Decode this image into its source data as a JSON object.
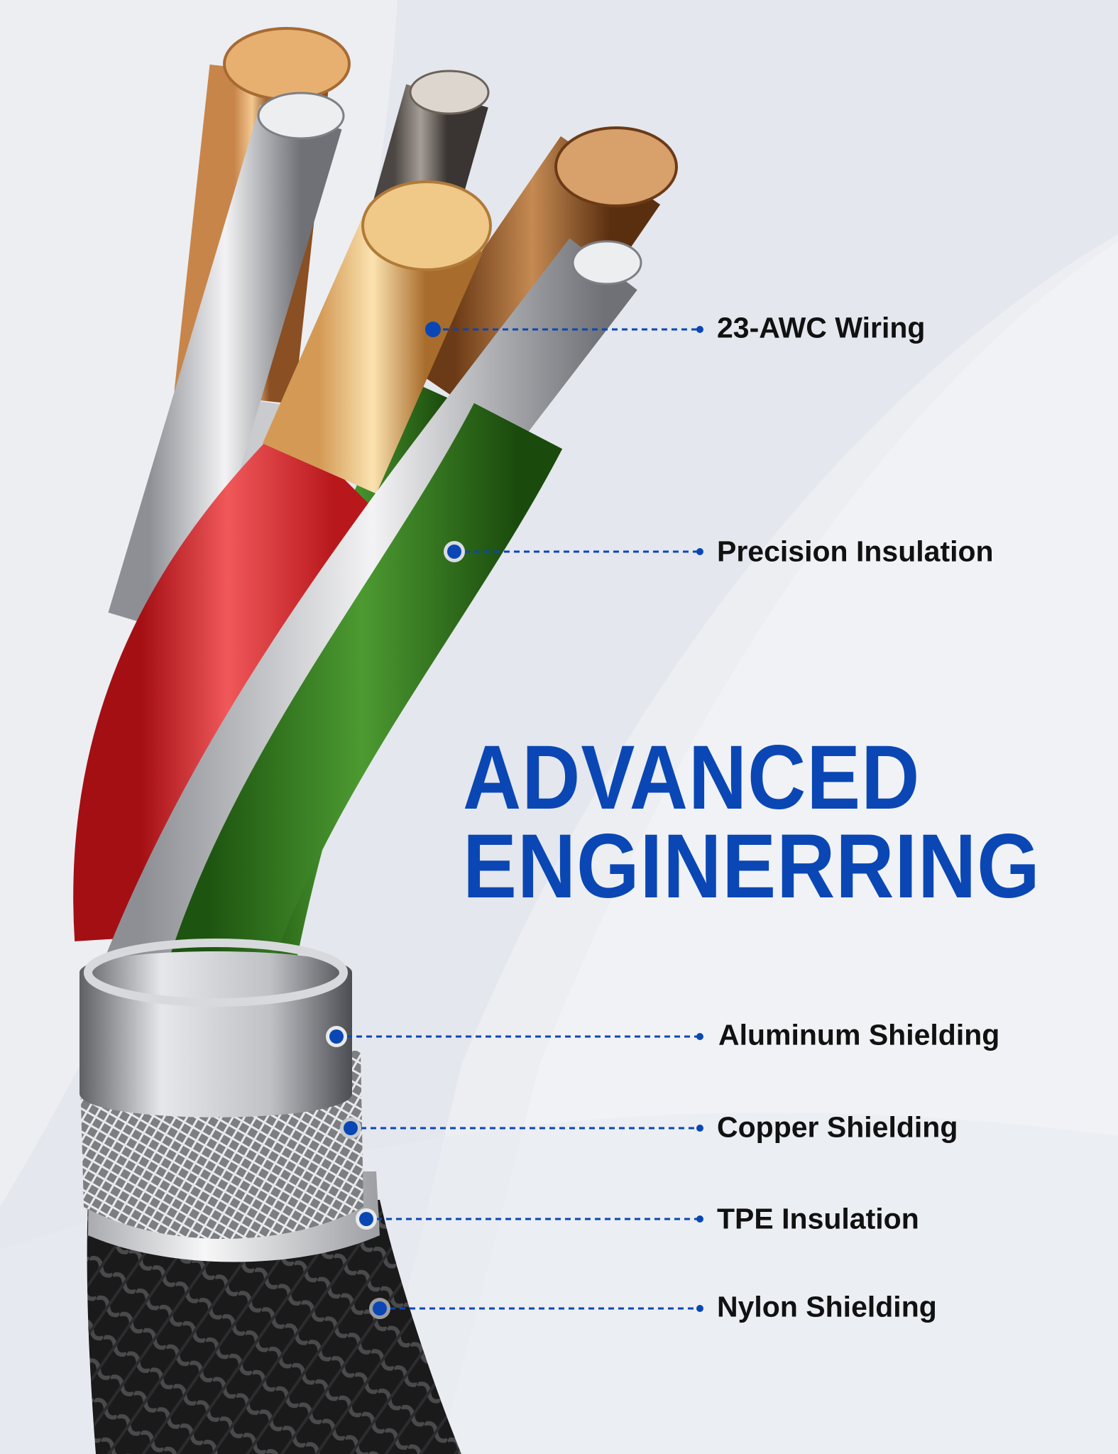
{
  "headline": {
    "line1": "ADVANCED",
    "line2": "ENGINERRING"
  },
  "callouts": [
    {
      "id": "wiring",
      "label": "23-AWC Wiring"
    },
    {
      "id": "insulation",
      "label": "Precision Insulation"
    },
    {
      "id": "aluminum",
      "label": "Aluminum Shielding"
    },
    {
      "id": "copper",
      "label": "Copper Shielding"
    },
    {
      "id": "tpe",
      "label": "TPE Insulation"
    },
    {
      "id": "nylon",
      "label": "Nylon Shielding"
    }
  ],
  "colors": {
    "accent": "#0a47b4",
    "label_text": "#111111",
    "background": "#eceef2"
  }
}
